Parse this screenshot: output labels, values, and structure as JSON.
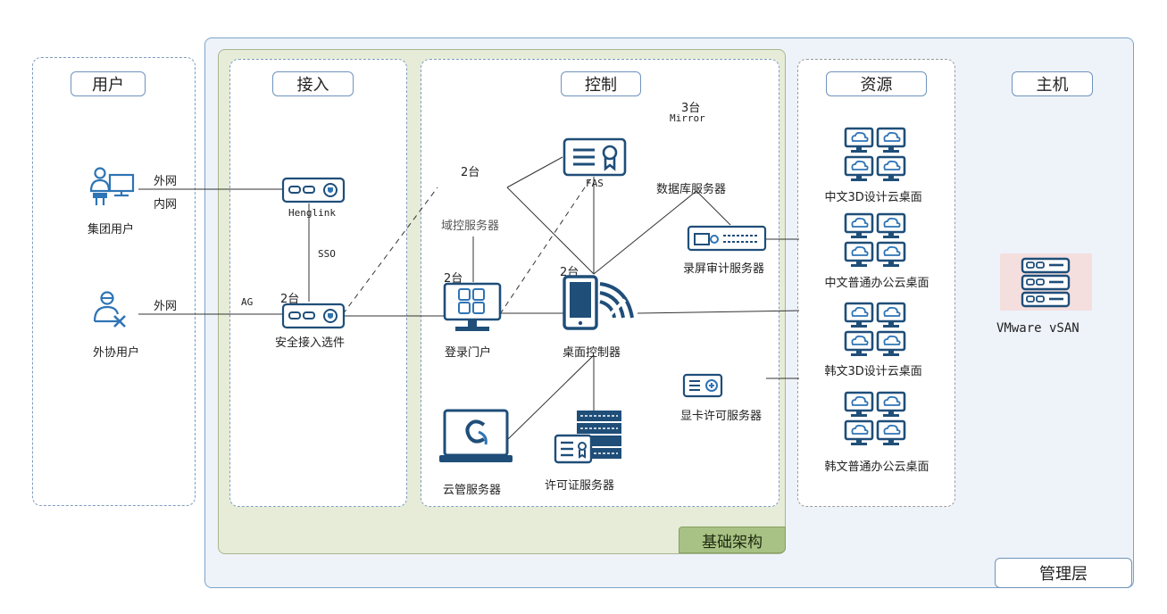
{
  "headers": {
    "user": "用户",
    "access": "接入",
    "control": "控制",
    "resource": "资源",
    "host": "主机",
    "base": "基础架构",
    "mgmt": "管理层"
  },
  "nodes": {
    "group_user": "集团用户",
    "external_user": "外协用户",
    "henglink": "Henglink",
    "secure_access": "安全接入选件",
    "fas": "FAS",
    "domain_server": "域控服务器",
    "login_portal": "登录门户",
    "desktop_controller": "桌面控制器",
    "db_server": "数据库服务器",
    "audit_server": "录屏审计服务器",
    "gpu_license_server": "显卡许可服务器",
    "cloud_mgmt_server": "云管服务器",
    "license_server": "许可证服务器",
    "vsan": "VMware vSAN"
  },
  "desktops": [
    "中文3D设计云桌面",
    "中文普通办公云桌面",
    "韩文3D设计云桌面",
    "韩文普通办公云桌面"
  ],
  "edge_labels": {
    "extnet_1": "外网",
    "intranet": "内网",
    "extnet_2": "外网",
    "sso": "SSO",
    "ag": "AG",
    "count_access": "2台",
    "count_fas": "2台",
    "count_mirror": "3台",
    "mirror": "Mirror",
    "count_portal": "2台",
    "count_controller": "2台"
  },
  "colors": {
    "icon_blue": "#1f4e79",
    "icon_accent": "#2e74b5",
    "mgmt_bg": "#eef3fa",
    "base_bg": "#e6ecd7",
    "base_label_bg": "#a8c184"
  }
}
